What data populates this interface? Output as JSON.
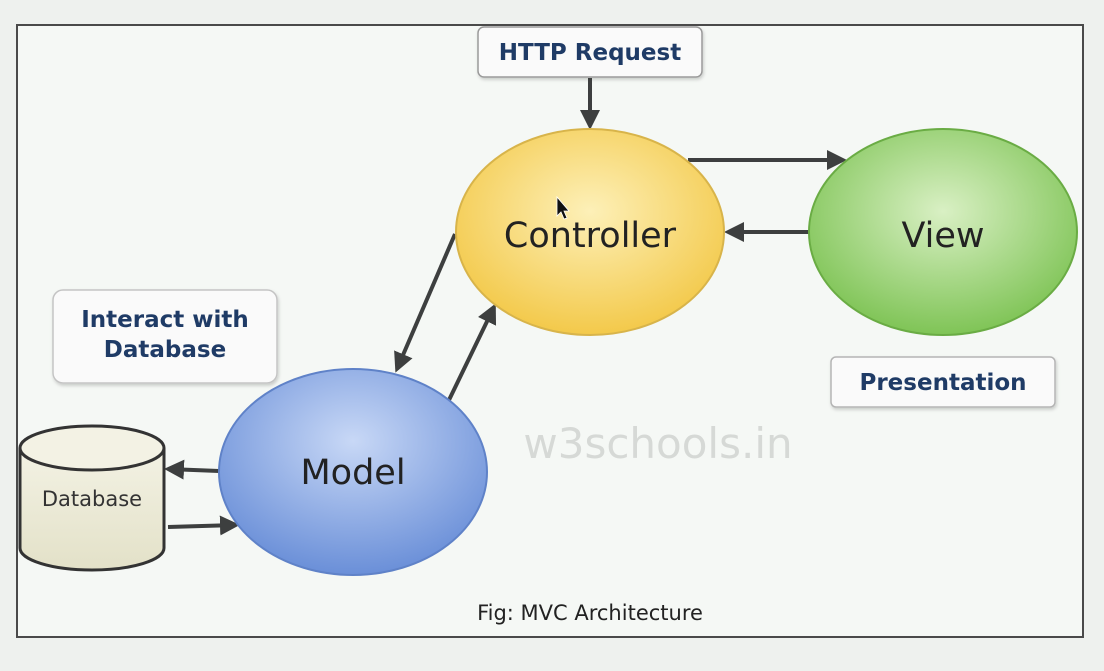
{
  "diagram": {
    "http_request_label": "HTTP Request",
    "controller_label": "Controller",
    "view_label": "View",
    "model_label": "Model",
    "database_label": "Database",
    "interact_label_line1": "Interact with",
    "interact_label_line2": "Database",
    "presentation_label": "Presentation",
    "watermark": "w3schools.in",
    "caption": "Fig: MVC Architecture"
  },
  "colors": {
    "controller_fill": "#f7d76a",
    "view_fill": "#93cf6d",
    "model_fill": "#7f9fe0",
    "database_fill": "#ecebd8",
    "label_text": "#1f3b66",
    "arrow": "#3d3f3f"
  }
}
